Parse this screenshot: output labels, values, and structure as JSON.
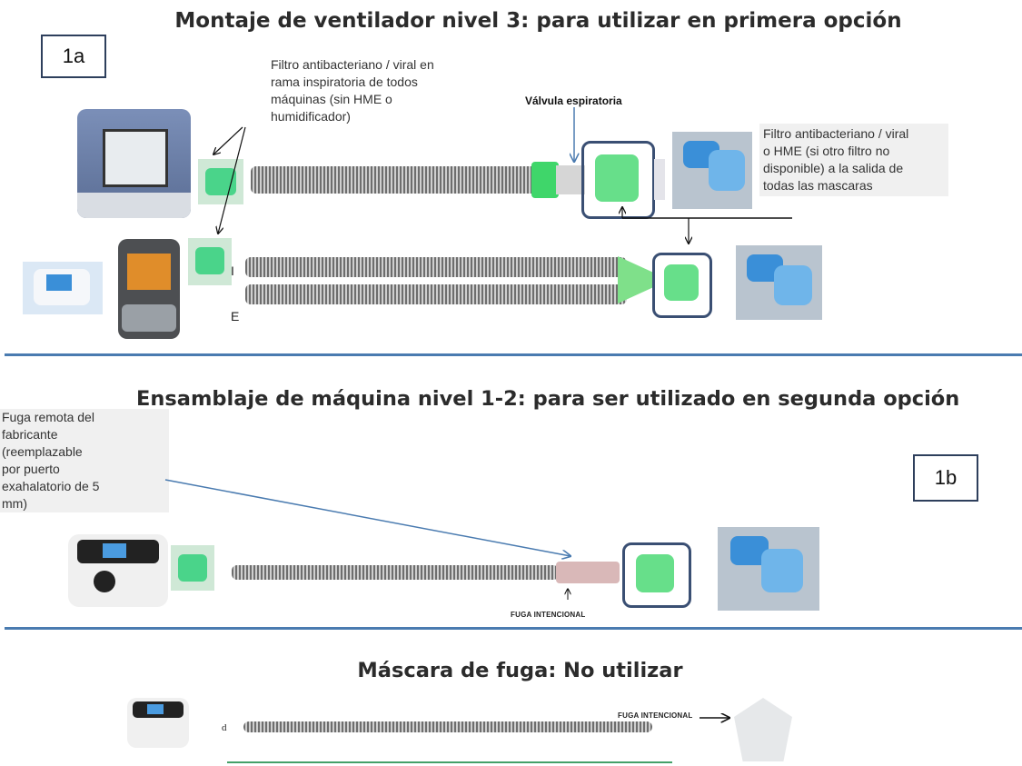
{
  "section1": {
    "title": "Montaje de ventilador nivel 3:  para utilizar en primera opción",
    "tag": "1a",
    "note_left": [
      "Filtro antibacteriano / viral en",
      "rama inspiratoria de todos",
      "máquinas (sin HME o",
      "humidificador)"
    ],
    "valve_label": "Válvula espiratoria",
    "note_right": [
      "Filtro antibacteriano / viral",
      "o HME (si otro filtro no",
      "disponible) a la salida de",
      "todas las mascaras"
    ],
    "letter_i": "I",
    "letter_e": "E"
  },
  "section2": {
    "title": "Ensamblaje de máquina nivel 1-2: para ser utilizado en segunda opción",
    "tag": "1b",
    "note_left": [
      "Fuga remota del",
      "fabricante",
      "(reemplazable",
      "por puerto",
      "exahalatorio de 5",
      "mm)"
    ],
    "leak_label": "FUGA INTENCIONAL"
  },
  "section3": {
    "title": "Máscara de fuga: No utilizar",
    "leak_label": "FUGA INTENCIONAL",
    "letter_d": "d"
  },
  "colors": {
    "divider": "#4a7bb0",
    "box_border": "#3a4f73",
    "filter_green": "#3fd66a",
    "mask_blue": "#3a8fd8"
  }
}
